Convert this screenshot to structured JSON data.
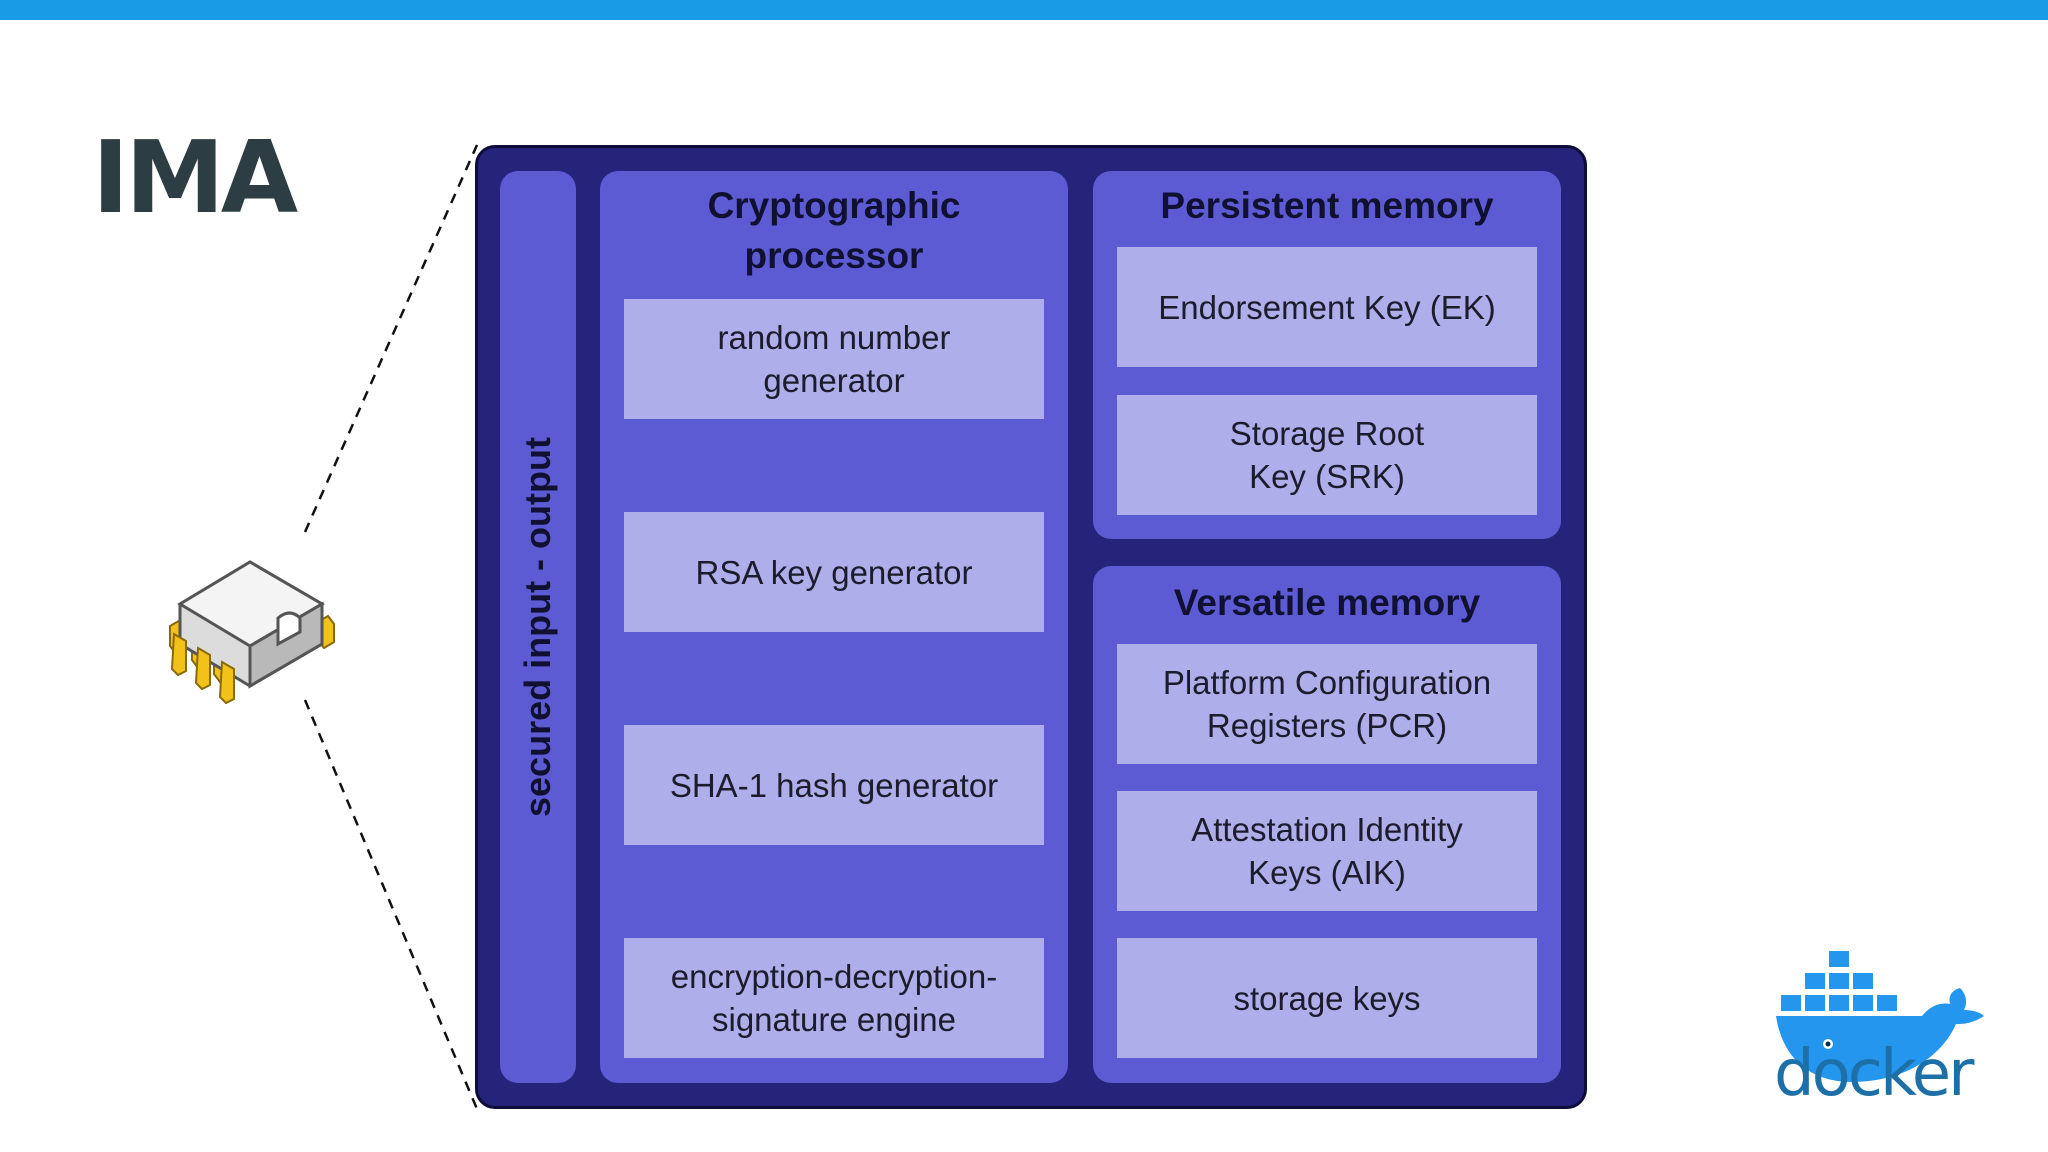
{
  "slide": {
    "title": "IMA",
    "top_bar_color": "#1a9be6"
  },
  "tpm": {
    "io_label": "secured input - output",
    "crypto": {
      "title_line1": "Cryptographic",
      "title_line2": "processor",
      "items": [
        {
          "line1": "random number",
          "line2": "generator"
        },
        {
          "line1": "RSA key generator",
          "line2": ""
        },
        {
          "line1": "SHA-1 hash generator",
          "line2": ""
        },
        {
          "line1": "encryption-decryption-",
          "line2": "signature engine"
        }
      ]
    },
    "persistent": {
      "title": "Persistent memory",
      "items": [
        {
          "line1": "Endorsement Key (EK)",
          "line2": ""
        },
        {
          "line1": "Storage Root",
          "line2": "Key (SRK)"
        }
      ]
    },
    "versatile": {
      "title": "Versatile memory",
      "items": [
        {
          "line1": "Platform Configuration",
          "line2": "Registers (PCR)"
        },
        {
          "line1": "Attestation Identity",
          "line2": "Keys (AIK)"
        },
        {
          "line1": "storage keys",
          "line2": ""
        }
      ]
    },
    "colors": {
      "outer": "#25237a",
      "panel": "#5d5bd4",
      "cell": "#aeaeea"
    }
  },
  "icons": {
    "chip": "chip-icon",
    "logo": "docker-logo-icon"
  },
  "logo": {
    "wordmark": "docker",
    "color": "#1d6fa8"
  }
}
